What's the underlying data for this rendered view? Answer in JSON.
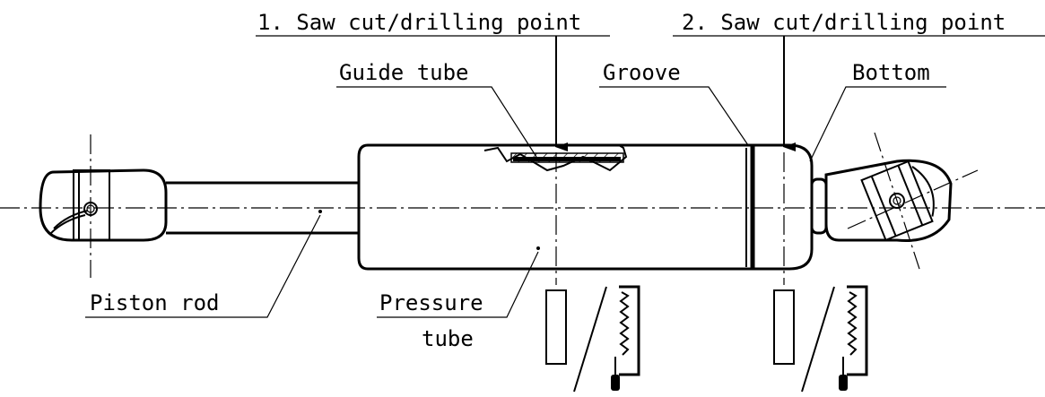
{
  "labels": {
    "cut1": "1. Saw cut/drilling point",
    "cut2": "2. Saw cut/drilling point",
    "guide_tube": "Guide tube",
    "groove": "Groove",
    "bottom": "Bottom",
    "piston_rod": "Piston rod",
    "pressure_line1": "Pressure",
    "pressure_line2": "tube"
  },
  "icons": [
    "saw-blade-icon",
    "clamp-icon"
  ]
}
